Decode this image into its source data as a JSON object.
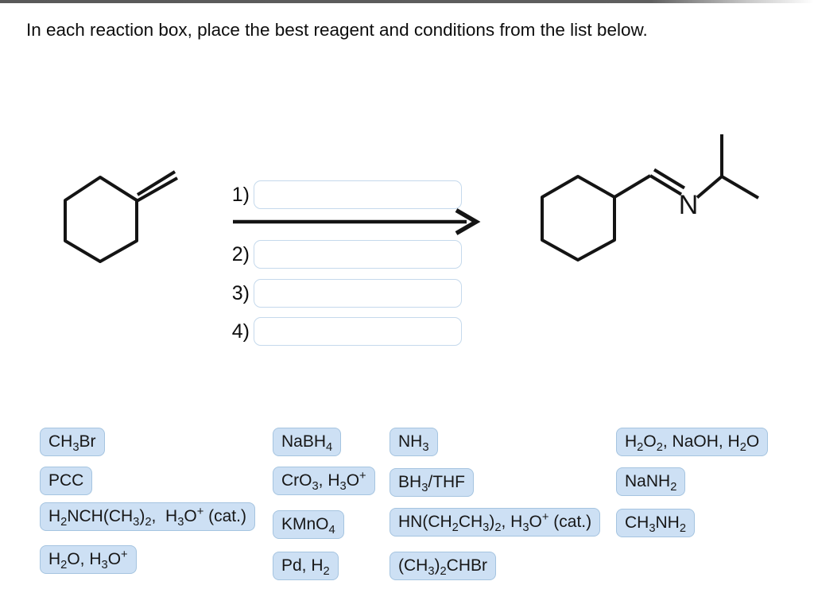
{
  "page": {
    "title": "In each reaction box, place the best reagent and conditions from the list below."
  },
  "reaction": {
    "steps": [
      {
        "label": "1)",
        "value": ""
      },
      {
        "label": "2)",
        "value": ""
      },
      {
        "label": "3)",
        "value": ""
      },
      {
        "label": "4)",
        "value": ""
      }
    ],
    "product": {
      "nitrogen_label": "N"
    }
  },
  "reagent_bank": {
    "columns": [
      {
        "items": [
          "CH3Br",
          "PCC",
          "H2NCH(CH3)2,  H3O+ (cat.)",
          "H2O, H3O+"
        ]
      },
      {
        "items": [
          "NaBH4",
          "CrO3, H3O+",
          "KMnO4",
          "Pd, H2"
        ]
      },
      {
        "items": [
          "NH3",
          "BH3/THF",
          "HN(CH2CH3)2, H3O+ (cat.)",
          "(CH3)2CHBr"
        ]
      },
      {
        "items": [
          "H2O2, NaOH, H2O",
          "NaNH2",
          "CH3NH2"
        ]
      }
    ]
  },
  "colors": {
    "chip_bg": "#cde0f4",
    "chip_border": "#a5c4e0",
    "slot_border": "#c5d9ec",
    "ink": "#141414"
  }
}
